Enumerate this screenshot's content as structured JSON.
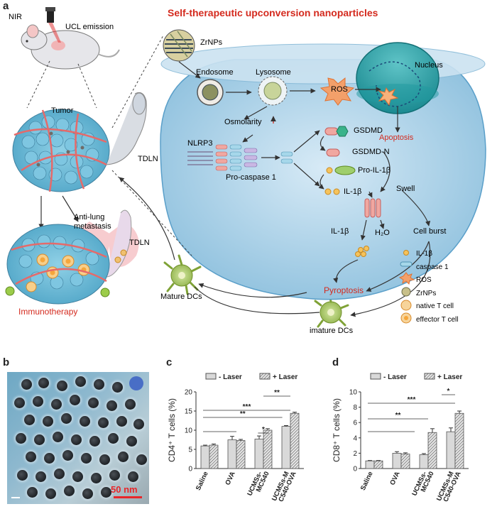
{
  "panel_labels": {
    "a": "a",
    "b": "b",
    "c": "c",
    "d": "d"
  },
  "schematic": {
    "title": "Self-therapeutic upconversion nanoparticles",
    "nir": "NIR",
    "ucl": "UCL emission",
    "tumor": "Tumor",
    "tdln": "TDLN",
    "tdln2": "TDLN",
    "antilung_1": "Anti-lung",
    "antilung_2": "metastasis",
    "immunotherapy": "Immunotherapy",
    "zrnps": "ZrNPs",
    "endosome": "Endosome",
    "lysosome": "Lysosome",
    "ros": "ROS",
    "nucleus": "Nucleus",
    "apoptosis": "Apoptosis",
    "osmolarity": "Osmolarity",
    "nlrp3": "NLRP3",
    "procaspase": "Pro-caspase 1",
    "gsdmd": "GSDMD",
    "gsdmdn": "GSDMD-N",
    "proil": "Pro-IL-1β",
    "il1b": "IL-1β",
    "swell": "Swell",
    "il1b_out": "IL-1β",
    "h2o": "H₂O",
    "cellburst": "Cell burst",
    "pyroptosis": "Pyroptosis",
    "mature": "Mature DCs",
    "imature": "imature DCs",
    "legend": [
      {
        "label": "IL-1β",
        "icon": "il1b-dot"
      },
      {
        "label": "caspase 1",
        "icon": "caspase-capsule"
      },
      {
        "label": "ROS",
        "icon": "ros-star"
      },
      {
        "label": "ZrNPs",
        "icon": "zrnp-sphere"
      },
      {
        "label": "native T cell",
        "icon": "native-tcell"
      },
      {
        "label": "effector T cell",
        "icon": "effector-tcell"
      }
    ]
  },
  "tem": {
    "scale_label": "50 nm"
  },
  "chart_data": [
    {
      "type": "bar",
      "ylabel": "CD4⁺ T cells (%)",
      "ylim": [
        0,
        20
      ],
      "yticks": [
        0,
        5,
        10,
        15,
        20
      ],
      "categories": [
        "Saline",
        "OVA",
        "UCMSs-MC540",
        "UCMSs-MC540-OVA"
      ],
      "category_labels": [
        [
          "Saline"
        ],
        [
          "OVA"
        ],
        [
          "UCMSs-",
          "MC540"
        ],
        [
          "UCMSs-M",
          "C540-OVA"
        ]
      ],
      "series": [
        {
          "name": "- Laser",
          "values": [
            5.9,
            7.5,
            7.7,
            11.0
          ],
          "errors": [
            0.2,
            0.9,
            0.8,
            0.2
          ]
        },
        {
          "name": "+ Laser",
          "values": [
            6.1,
            7.3,
            10.0,
            14.4
          ],
          "errors": [
            0.3,
            0.3,
            0.4,
            0.3
          ]
        }
      ],
      "significance": [
        "***",
        "**",
        "**",
        "*"
      ]
    },
    {
      "type": "bar",
      "ylabel": "CD8⁺ T cells (%)",
      "ylim": [
        0,
        10
      ],
      "yticks": [
        0,
        2,
        4,
        6,
        8,
        10
      ],
      "categories": [
        "Saline",
        "OVA",
        "UCMSs-MC540",
        "UCMSs-MC540-OVA"
      ],
      "category_labels": [
        [
          "Saline"
        ],
        [
          "OVA"
        ],
        [
          "UCMSs-",
          "MC540"
        ],
        [
          "UCMSs-M",
          "C540-OVA"
        ]
      ],
      "series": [
        {
          "name": "- Laser",
          "values": [
            1.0,
            2.0,
            1.8,
            4.8
          ],
          "errors": [
            0.05,
            0.2,
            0.15,
            0.5
          ]
        },
        {
          "name": "+ Laser",
          "values": [
            1.0,
            1.9,
            4.7,
            7.2
          ],
          "errors": [
            0.05,
            0.15,
            0.5,
            0.3
          ]
        }
      ],
      "significance": [
        "***",
        "**",
        "*"
      ]
    }
  ]
}
